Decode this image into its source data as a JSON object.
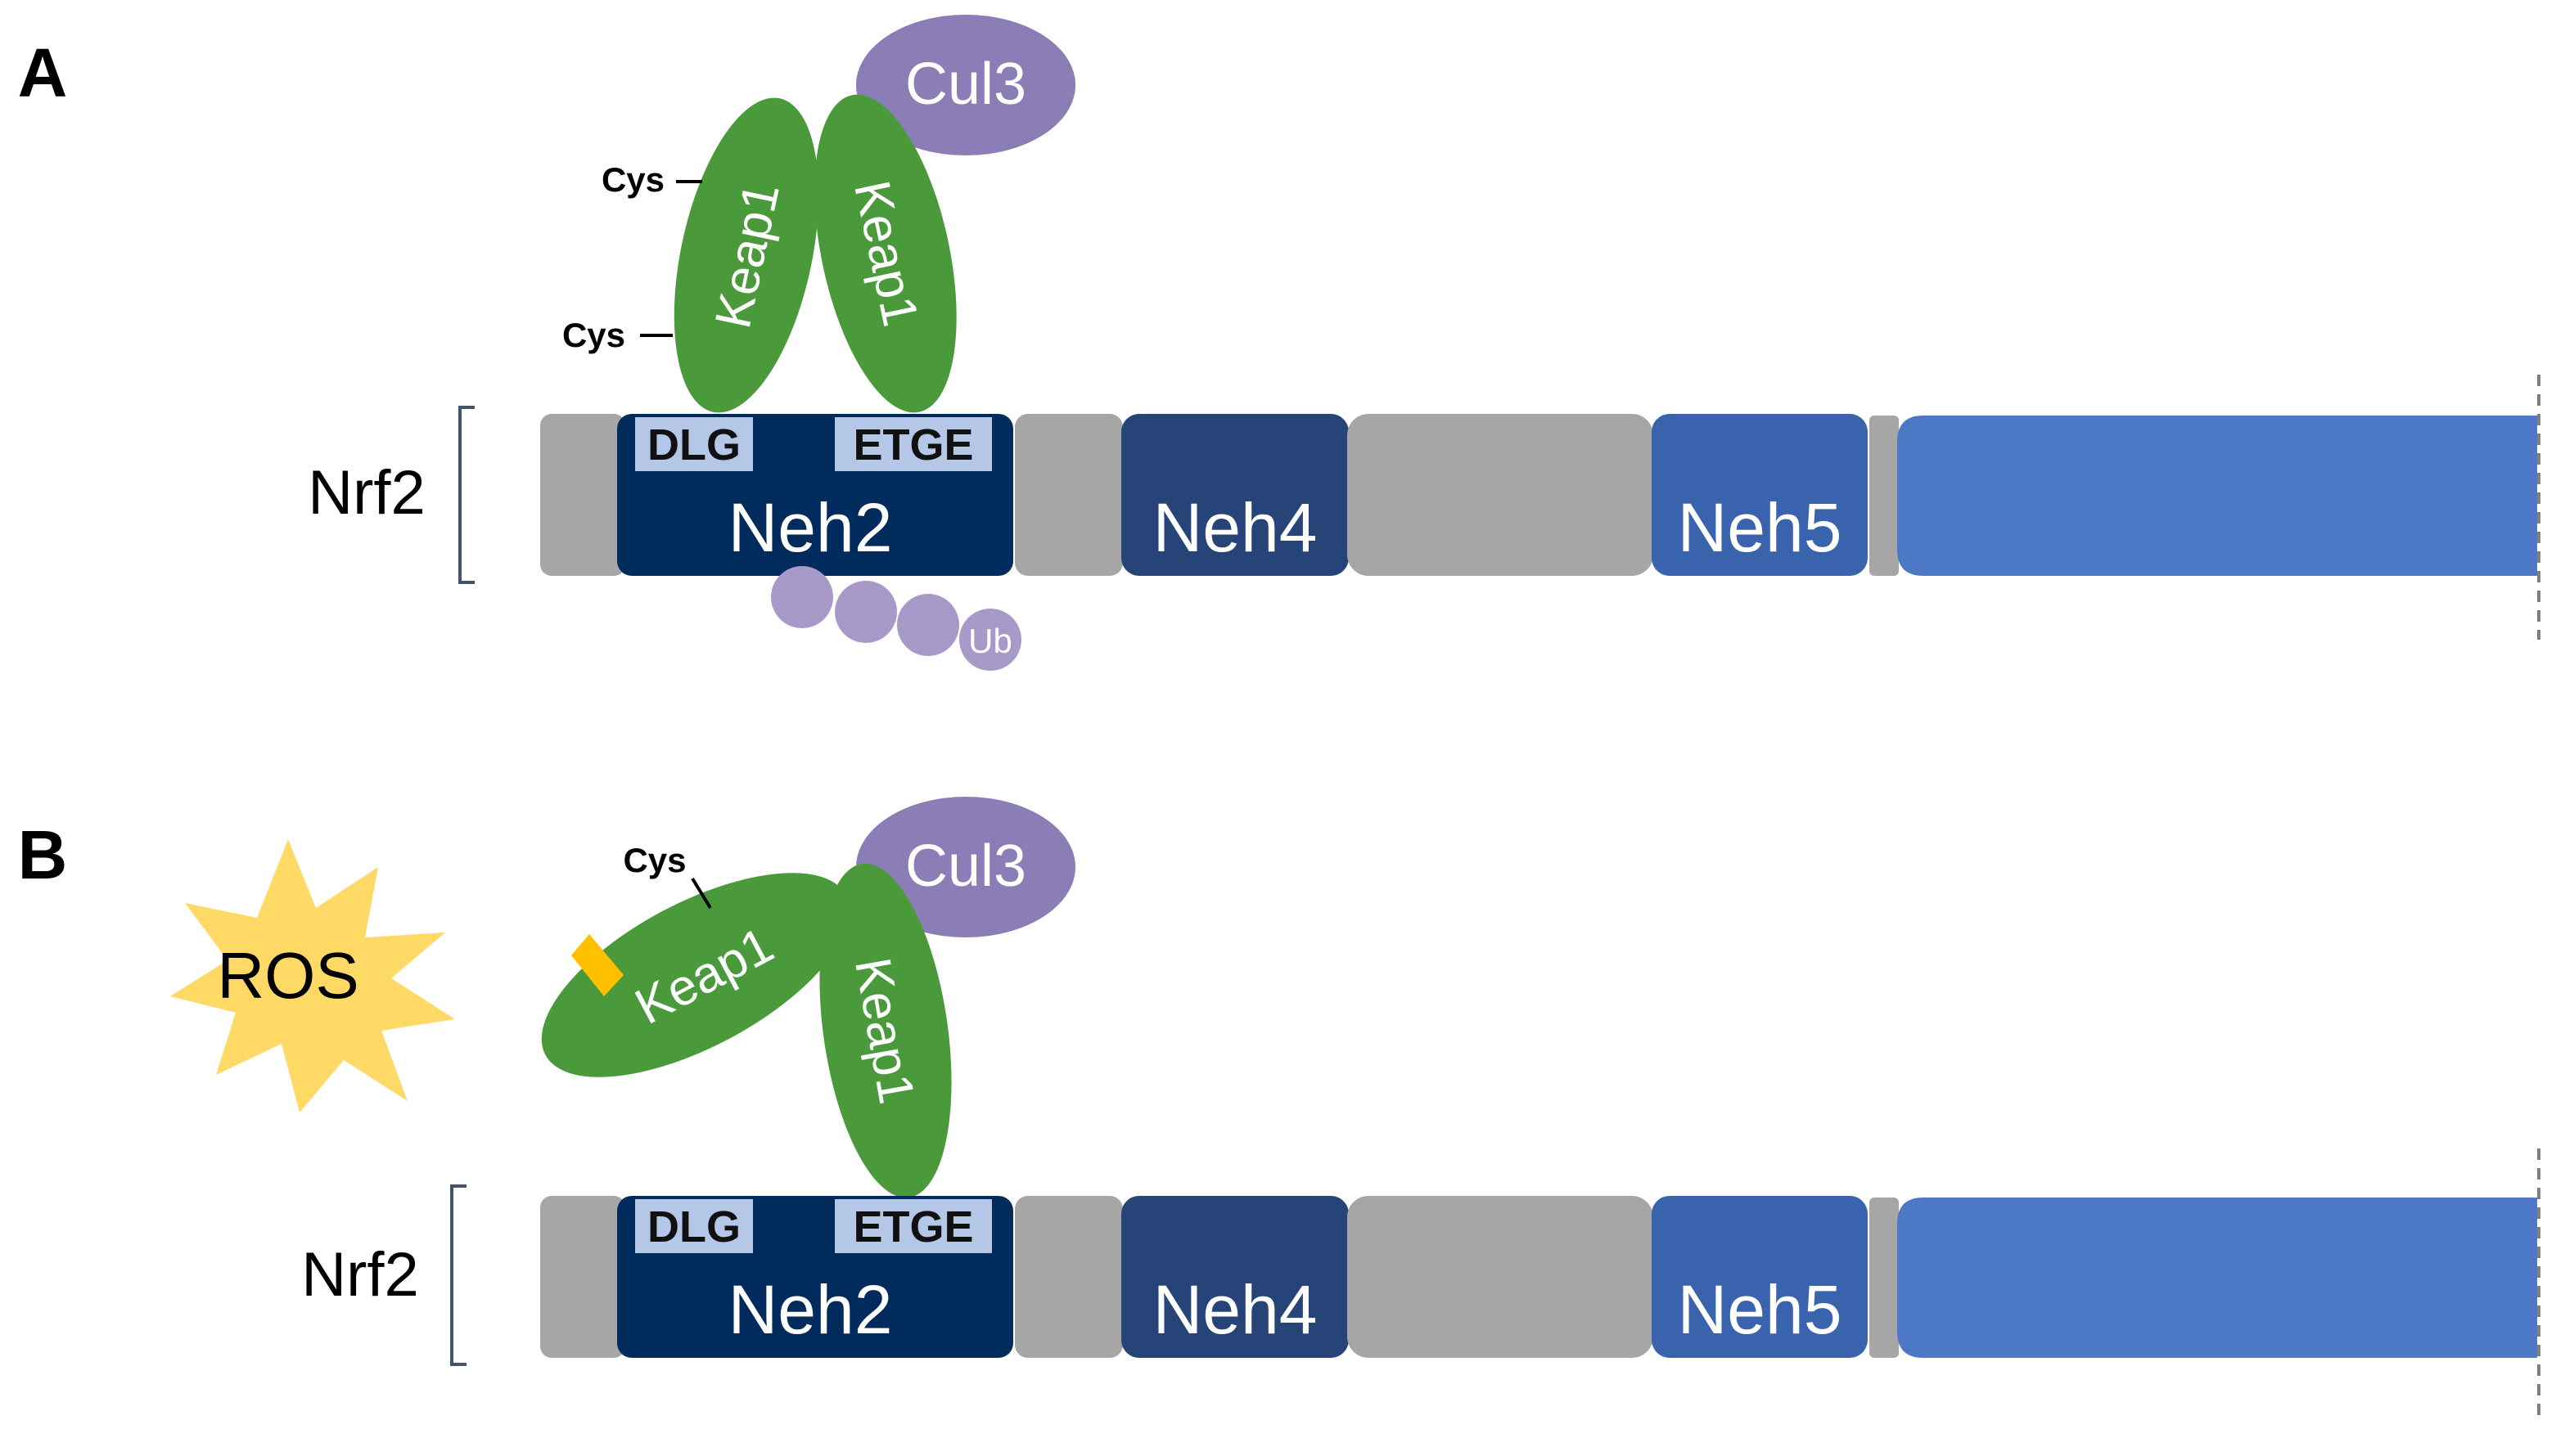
{
  "panels": {
    "a": {
      "label": "A",
      "cul3": "Cul3",
      "keap1_left": "Keap1",
      "keap1_right": "Keap1",
      "cys_1": "Cys",
      "cys_2": "Cys",
      "protein": "Nrf2",
      "dlg": "DLG",
      "etge": "ETGE",
      "neh2": "Neh2",
      "neh4": "Neh4",
      "neh5": "Neh5",
      "ub": "Ub"
    },
    "b": {
      "label": "B",
      "ros": "ROS",
      "cul3": "Cul3",
      "keap1_left": "Keap1",
      "keap1_right": "Keap1",
      "cys_1": "Cys",
      "protein": "Nrf2",
      "dlg": "DLG",
      "etge": "ETGE",
      "neh2": "Neh2",
      "neh4": "Neh4",
      "neh5": "Neh5"
    }
  },
  "colors": {
    "keap1_green": "#4a9a3c",
    "cul3_purple": "#8b7db5",
    "ub_purple": "#a79ac9",
    "neh2_navy": "#002b5c",
    "neh4_blue": "#264478",
    "neh5_blue": "#3a63ad",
    "tail_blue": "#4c78c6",
    "motif_lightblue": "#b4c7e7",
    "gray_domain": "#a6a6a6",
    "ros_yellow": "#ffd966",
    "bracket": "#44546a"
  }
}
